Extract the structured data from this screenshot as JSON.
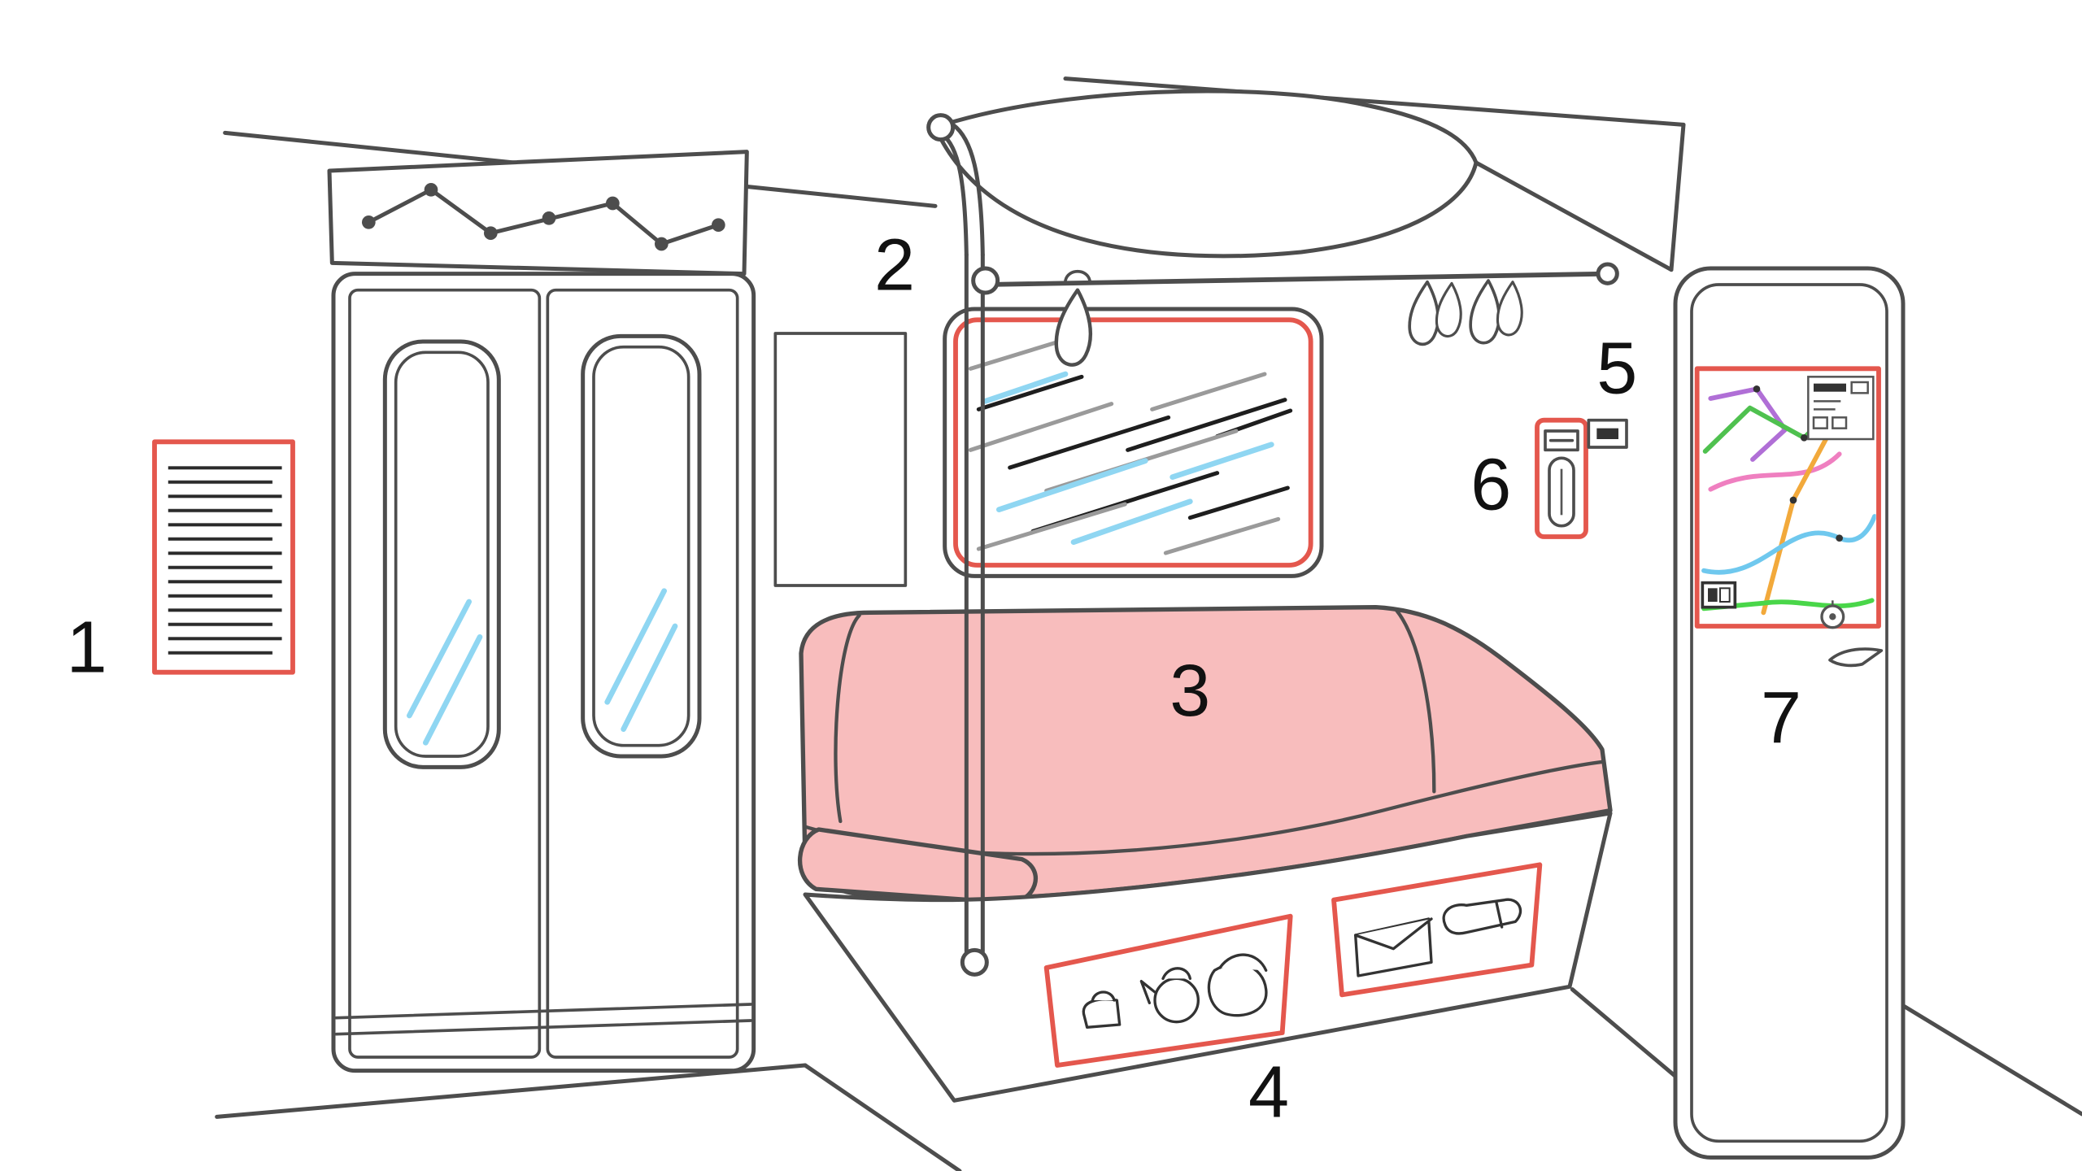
{
  "labels": {
    "n1": "1",
    "n2": "2",
    "n3": "3",
    "n4": "4",
    "n5": "5",
    "n6": "6",
    "n7": "7"
  },
  "colors": {
    "outline": "#4d4d4d",
    "accent_red": "#e4574d",
    "seat_pink": "#f8bdbd",
    "glass_blue": "#8fd6f2",
    "map_green": "#4fc14f",
    "map_bright_green": "#49d649",
    "map_orange": "#f2a93b",
    "map_purple": "#b06fd6",
    "map_pink": "#ef7fc0",
    "map_cyan": "#6fc8ee"
  }
}
